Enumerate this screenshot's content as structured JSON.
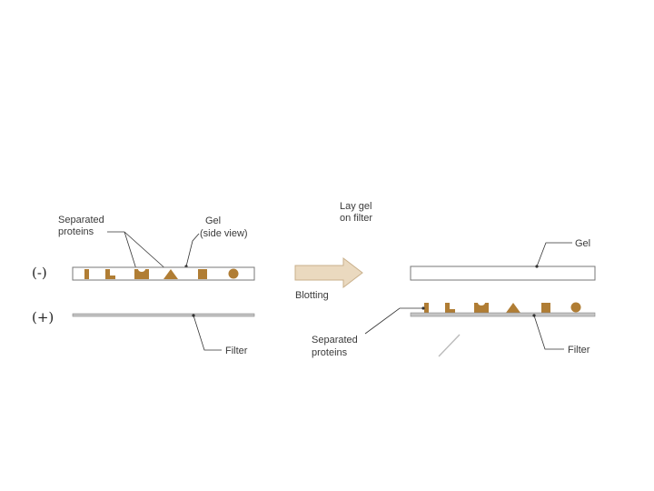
{
  "left_panel": {
    "separated_proteins_label": [
      "Separated",
      "proteins"
    ],
    "gel_label": [
      "Gel",
      "(side view)"
    ],
    "negative_pole": "(-)",
    "positive_pole": "(+)",
    "filter_label": "Filter"
  },
  "middle": {
    "lay_gel_label": [
      "Lay gel",
      "on filter"
    ],
    "blotting_label": "Blotting"
  },
  "right_panel": {
    "gel_label": "Gel",
    "separated_proteins_label": [
      "Separated",
      "proteins"
    ],
    "filter_label": "Filter"
  },
  "colors": {
    "protein": "#b07d34",
    "gel_outline": "#777777",
    "filter_fill": "#c4c4c4",
    "arrow_fill": "#ead9bf",
    "arrow_stroke": "#c9b08b",
    "leader_line": "#333333"
  }
}
